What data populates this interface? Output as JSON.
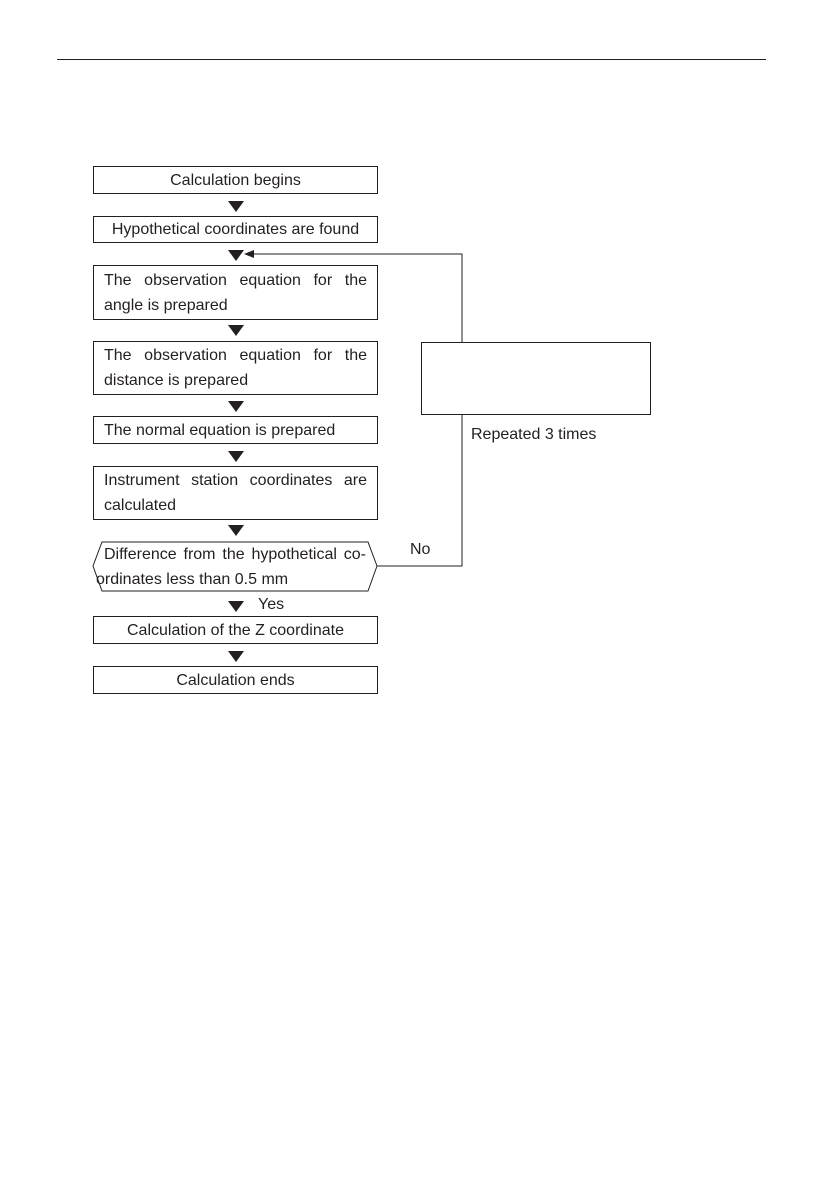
{
  "flowchart": {
    "start": "Calculation begins",
    "hypothetical": "Hypothetical coordinates are found",
    "angle_eq": [
      "The observation equation for the",
      "angle is prepared"
    ],
    "distance_eq": [
      "The observation equation for the",
      "distance is prepared"
    ],
    "normal_eq": "The normal equation is prepared",
    "station_calc": [
      "Instrument station coordinates are",
      "calculated"
    ],
    "decision": [
      "Difference from the hypothetical co-",
      "ordinates less than 0.5 mm"
    ],
    "yes_label": "Yes",
    "no_label": "No",
    "z_calc": "Calculation of the Z coordinate",
    "end": "Calculation ends",
    "loop_note": "",
    "repeat_label": "Repeated 3 times"
  }
}
